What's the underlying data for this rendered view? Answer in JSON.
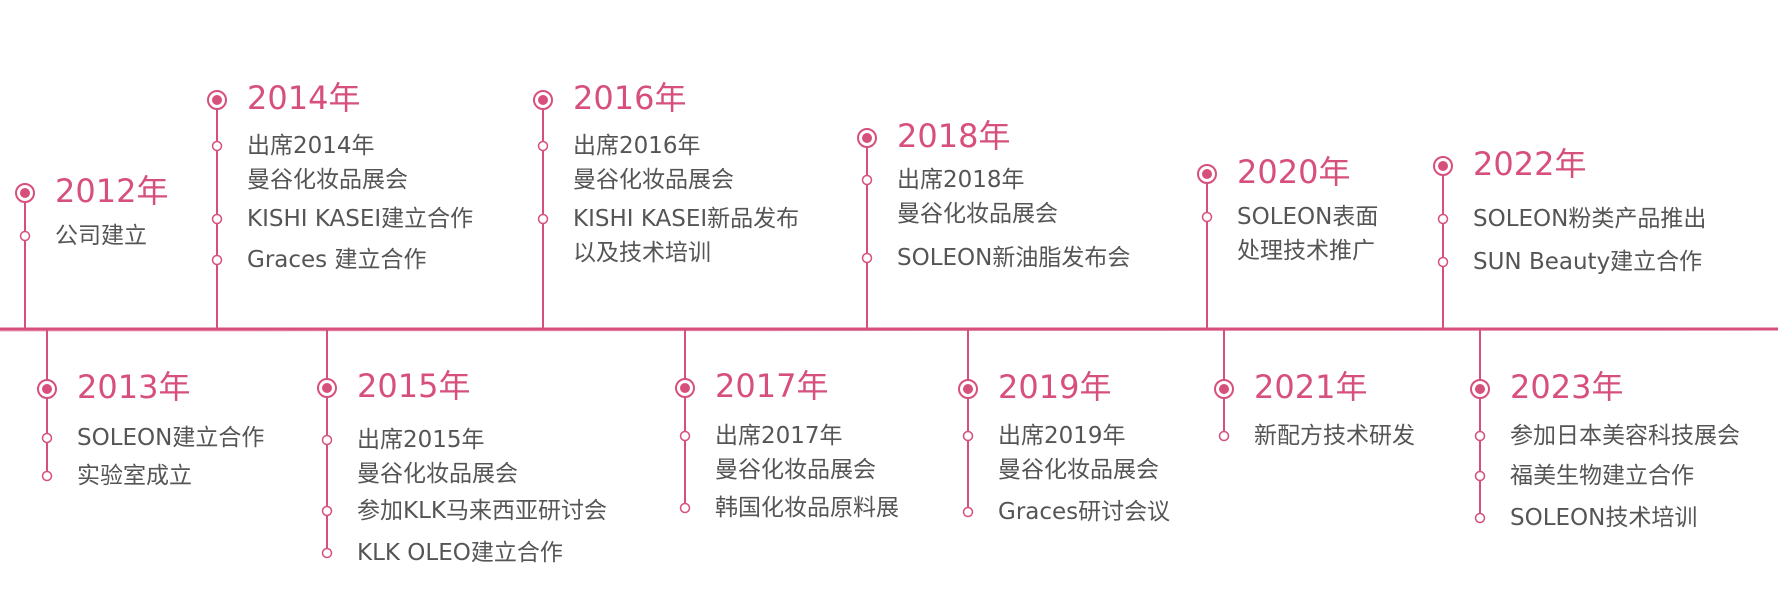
{
  "colors": {
    "accent": "#d6507b",
    "text": "#555555",
    "axis": "#d6507b"
  },
  "timeline": {
    "events": [
      {
        "year": "2012年",
        "items": [
          "公司建立"
        ]
      },
      {
        "year": "2013年",
        "items": [
          "SOLEON建立合作",
          "实验室成立"
        ]
      },
      {
        "year": "2014年",
        "items": [
          "出席2014年\n曼谷化妆品展会",
          "KISHI KASEI建立合作",
          "Graces 建立合作"
        ]
      },
      {
        "year": "2015年",
        "items": [
          "出席2015年\n曼谷化妆品展会",
          "参加KLK马来西亚研讨会",
          "KLK OLEO建立合作"
        ]
      },
      {
        "year": "2016年",
        "items": [
          "出席2016年\n曼谷化妆品展会",
          "KISHI KASEI新品发布\n以及技术培训"
        ]
      },
      {
        "year": "2017年",
        "items": [
          "出席2017年\n曼谷化妆品展会",
          "韩国化妆品原料展"
        ]
      },
      {
        "year": "2018年",
        "items": [
          "出席2018年\n曼谷化妆品展会",
          "SOLEON新油脂发布会"
        ]
      },
      {
        "year": "2019年",
        "items": [
          "出席2019年\n曼谷化妆品展会",
          "Graces研讨会议"
        ]
      },
      {
        "year": "2020年",
        "items": [
          "SOLEON表面\n处理技术推广"
        ]
      },
      {
        "year": "2021年",
        "items": [
          "新配方技术研发"
        ]
      },
      {
        "year": "2022年",
        "items": [
          "SOLEON粉类产品推出",
          "SUN Beauty建立合作"
        ]
      },
      {
        "year": "2023年",
        "items": [
          "参加日本美容科技展会",
          "福美生物建立合作",
          "SOLEON技术培训"
        ]
      }
    ]
  }
}
